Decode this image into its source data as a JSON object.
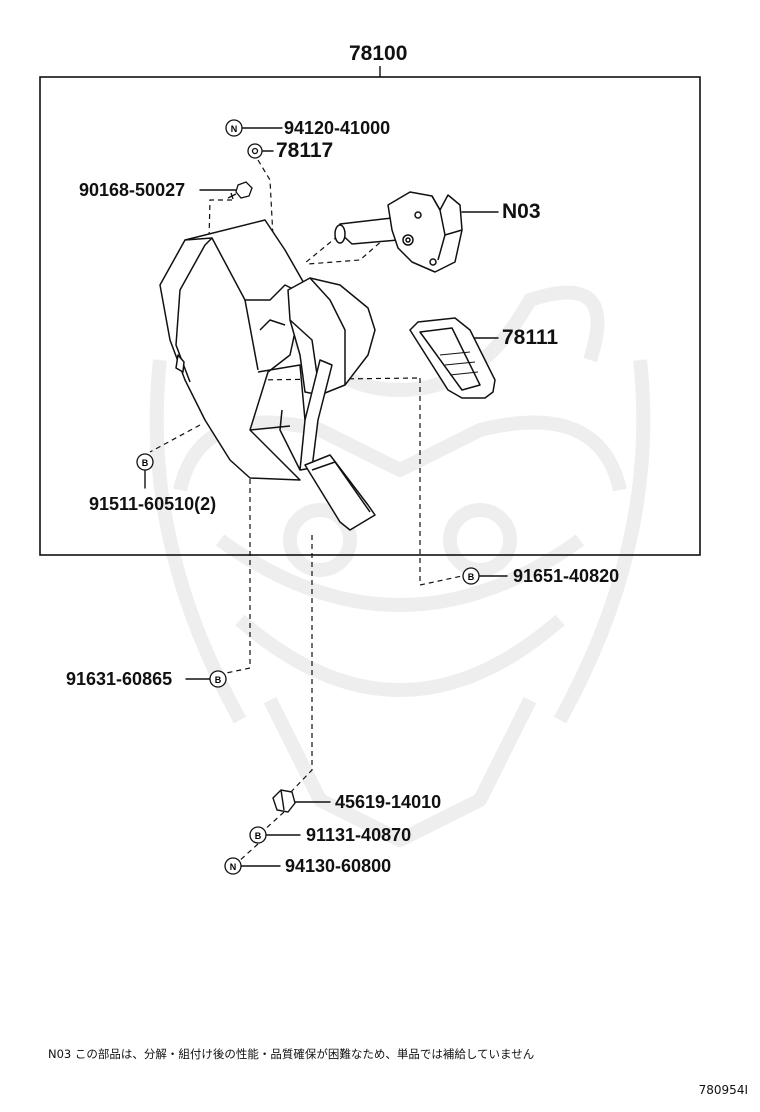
{
  "assembly": "78100",
  "parts": {
    "p94120": "94120-41000",
    "p78117": "78117",
    "p90168": "90168-50027",
    "pN03": "N03",
    "p78111": "78111",
    "p91511": "91511-60510(2)",
    "p91651": "91651-40820",
    "p91631": "91631-60865",
    "p45619": "45619-14010",
    "p91131": "91131-40870",
    "p94130": "94130-60800"
  },
  "symbols": {
    "nut": "N",
    "bolt": "B"
  },
  "footnote": "N03 この部品は、分解・組付け後の性能・品質確保が困難なため、単品では補給していません",
  "drawing_code": "780954I",
  "icons": [
    "nut-icon",
    "bolt-icon",
    "clip-icon",
    "screw-icon",
    "sensor-icon",
    "pedal-pad-icon",
    "pedal-bracket-icon",
    "stopper-icon",
    "watermark-mask-icon"
  ]
}
